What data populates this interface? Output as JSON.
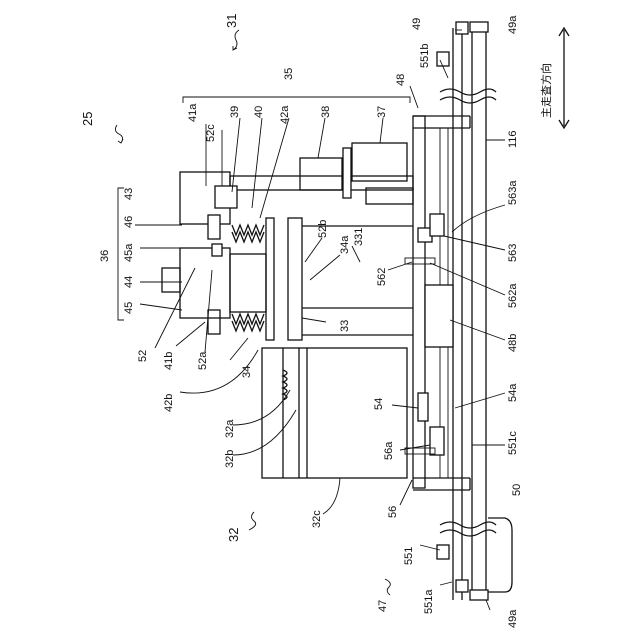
{
  "labels": {
    "l25": "25",
    "l31": "31",
    "l35": "35",
    "l36": "36",
    "l43": "43",
    "l46": "46",
    "l45a": "45a",
    "l44": "44",
    "l45": "45",
    "l41a": "41a",
    "l52c": "52c",
    "l39": "39",
    "l40": "40",
    "l42a": "42a",
    "l38": "38",
    "l37": "37",
    "l48": "48",
    "l551b": "551b",
    "l49": "49",
    "l49a_top": "49a",
    "l116": "116",
    "l52b": "52b",
    "l34a": "34a",
    "l331": "331",
    "l563a": "563a",
    "l563": "563",
    "l562": "562",
    "l562a": "562a",
    "l48b": "48b",
    "l33": "33",
    "l52": "52",
    "l41b": "41b",
    "l52a": "52a",
    "l34": "34",
    "l42b": "42b",
    "l32a": "32a",
    "l32b": "32b",
    "l54": "54",
    "l54a": "54a",
    "l56a": "56a",
    "l551c": "551c",
    "l56": "56",
    "l32c": "32c",
    "l32": "32",
    "l50": "50",
    "l551": "551",
    "l551a": "551a",
    "l47": "47",
    "l49a_bot": "49a",
    "direction": "主走査方向"
  }
}
